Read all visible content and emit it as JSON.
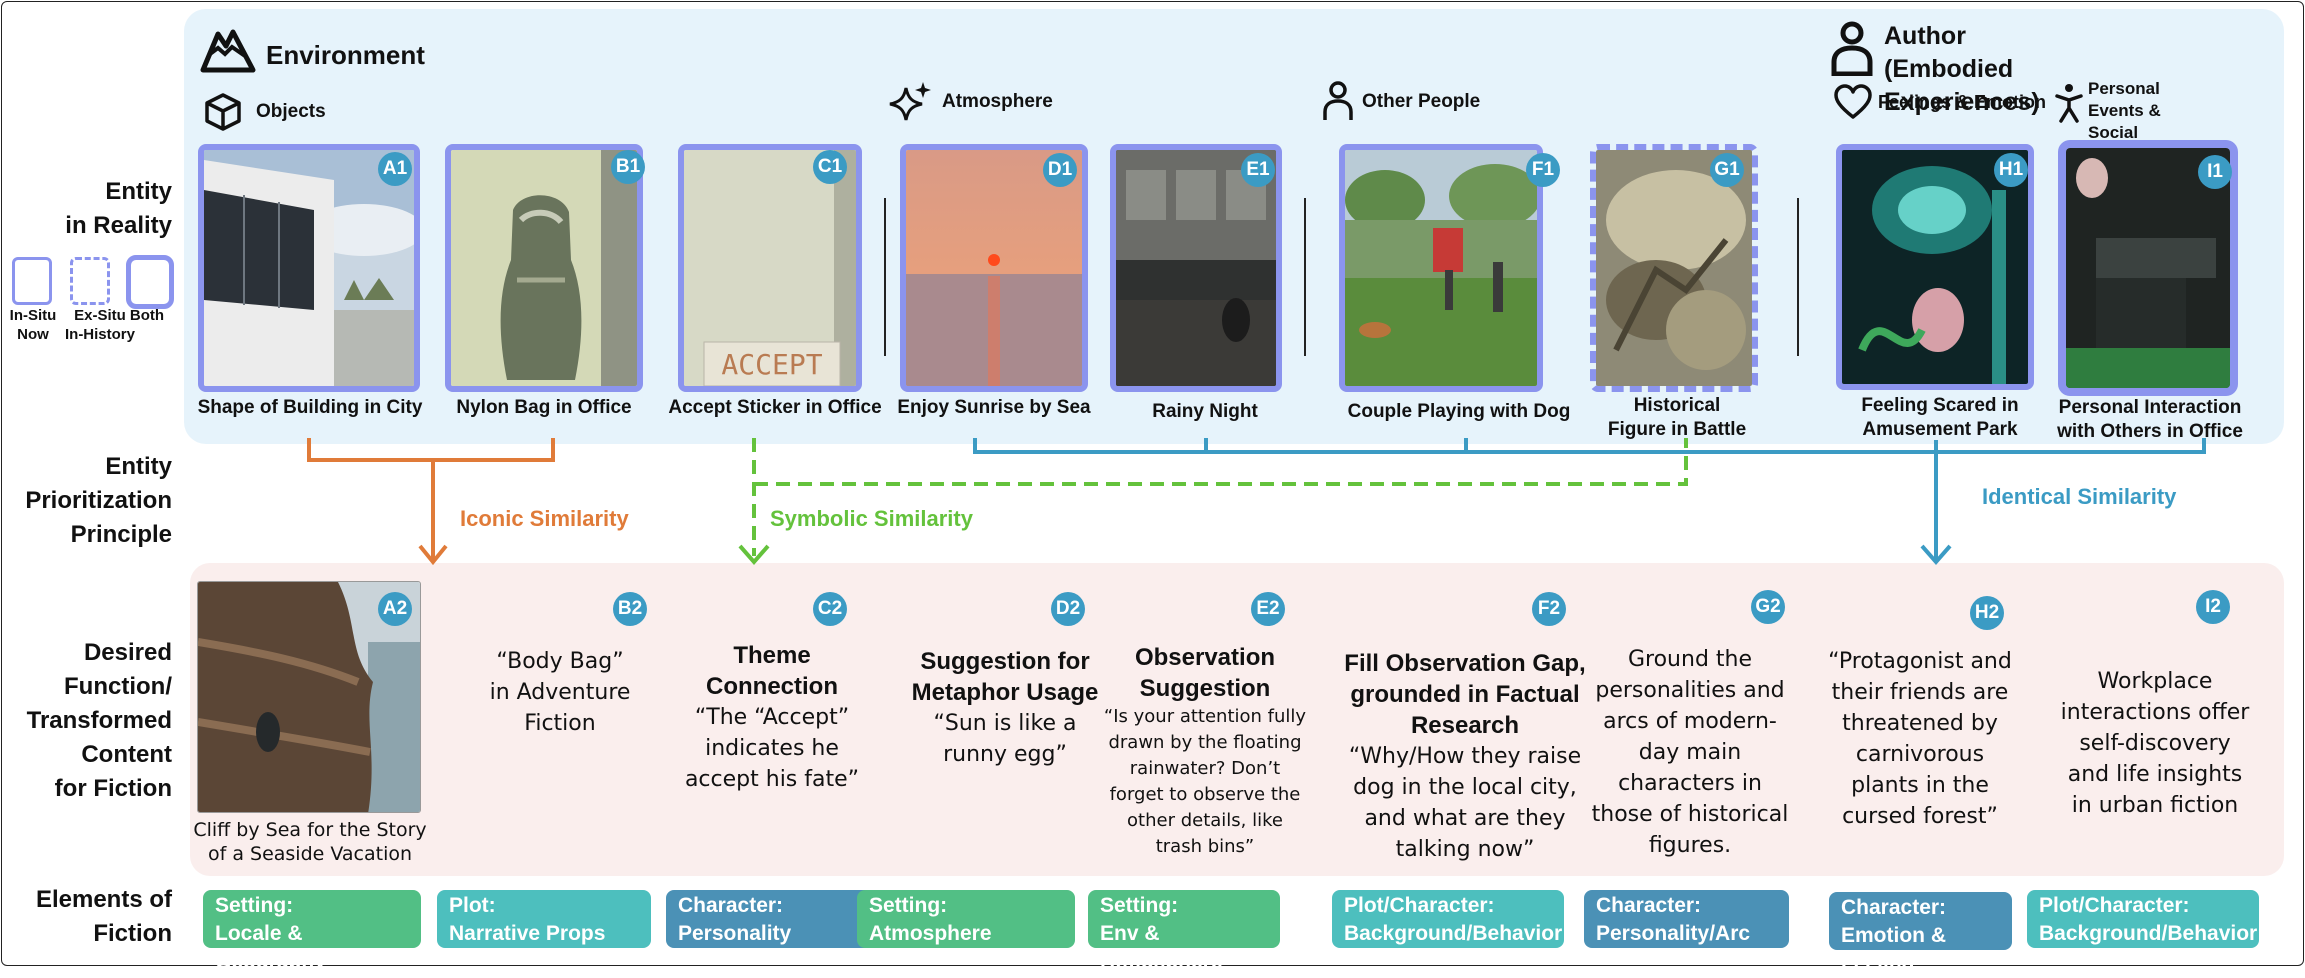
{
  "row_labels": {
    "reality": "Entity\nin Reality",
    "principle": "Entity\nPrioritization\nPrinciple",
    "function": "Desired\nFunction/\nTransformed\nContent\nfor Fiction",
    "elements": "Elements of\nFiction"
  },
  "legend": {
    "insitu": "In-Situ\nNow",
    "exsitu": "Ex-Situ\nIn-History",
    "both": "Both"
  },
  "categories": {
    "environment": "Environment",
    "objects": "Objects",
    "atmosphere": "Atmosphere",
    "other_people": "Other People",
    "author": "Author (Embodied\nExperiences)",
    "feelings": "Feelings & Emotion",
    "personal_events": "Personal Events &\nSocial Interaction"
  },
  "entities": [
    {
      "id": "A1",
      "caption": "Shape of Building in City",
      "mode": "in-situ"
    },
    {
      "id": "B1",
      "caption": "Nylon Bag in Office",
      "mode": "in-situ"
    },
    {
      "id": "C1",
      "caption": "Accept Sticker in Office",
      "mode": "in-situ",
      "sticker_text": "ACCEPT"
    },
    {
      "id": "D1",
      "caption": "Enjoy Sunrise by Sea",
      "mode": "in-situ"
    },
    {
      "id": "E1",
      "caption": "Rainy Night",
      "mode": "in-situ"
    },
    {
      "id": "F1",
      "caption": "Couple Playing with Dog",
      "mode": "in-situ"
    },
    {
      "id": "G1",
      "caption": "Historical\nFigure in Battle",
      "mode": "ex-situ"
    },
    {
      "id": "H1",
      "caption": "Feeling Scared in\nAmusement Park",
      "mode": "in-situ"
    },
    {
      "id": "I1",
      "caption": "Personal Interaction\nwith Others in Office",
      "mode": "both"
    }
  ],
  "similarity": {
    "iconic": "Iconic Similarity",
    "symbolic": "Symbolic Similarity",
    "identical": "Identical Similarity"
  },
  "functions": [
    {
      "id": "A2",
      "caption": "Cliff by Sea for the Story\nof a Seaside Vacation"
    },
    {
      "id": "B2",
      "text": "“Body Bag”\nin Adventure\nFiction"
    },
    {
      "id": "C2",
      "title": "Theme\nConnection",
      "text": "“The “Accept”\nindicates he\naccept his fate”"
    },
    {
      "id": "D2",
      "title": "Suggestion for\nMetaphor Usage",
      "text": "“Sun is like a\nrunny egg”"
    },
    {
      "id": "E2",
      "title": "Observation\nSuggestion",
      "text": "“Is your attention fully\ndrawn by the floating\nrainwater? Don’t\nforget to observe the\nother details, like\ntrash bins”"
    },
    {
      "id": "F2",
      "title": "Fill Observation Gap,\ngrounded in Factual\nResearch",
      "text": "“Why/How they raise\ndog in the local city,\nand what are they\ntalking now”"
    },
    {
      "id": "G2",
      "text": "Ground the\npersonalities and\narcs of modern-\nday main\ncharacters in\nthose of historical\nfigures."
    },
    {
      "id": "H2",
      "text": "“Protagonist and\ntheir friends are\nthreatened by\ncarnivorous\nplants in the\ncursed forest”"
    },
    {
      "id": "I2",
      "text": "Workplace\ninteractions offer\nself-discovery\nand life insights\nin urban fiction"
    }
  ],
  "elements": [
    {
      "label": "Setting:\nLocale & Geography",
      "color": "#52bf85"
    },
    {
      "label": "Plot:\nNarrative Props",
      "color": "#4dbfbe"
    },
    {
      "label": "Character:\nPersonality",
      "color": "#4b91b6"
    },
    {
      "label": "Setting:\nAtmosphere",
      "color": "#52bf85"
    },
    {
      "label": "Setting:\nEnv & Atmosphere",
      "color": "#52bf85"
    },
    {
      "label": "Plot/Character:\nBackground/Behavior",
      "color": "#4dbfbe"
    },
    {
      "label": "Character:\nPersonality/Arc",
      "color": "#4b91b6"
    },
    {
      "label": "Character:\nEmotion & Feeling",
      "color": "#4b91b6"
    },
    {
      "label": "Plot/Character:\nBackground/Behavior",
      "color": "#4dbfbe"
    }
  ],
  "colors": {
    "frame": "#8b94ee",
    "badge": "#3b9bc4",
    "iconic": "#e07b39",
    "symbolic": "#64c23c",
    "identical": "#3b9bc4",
    "top_panel": "#e6f3fb",
    "bottom_panel": "#faeeed"
  }
}
